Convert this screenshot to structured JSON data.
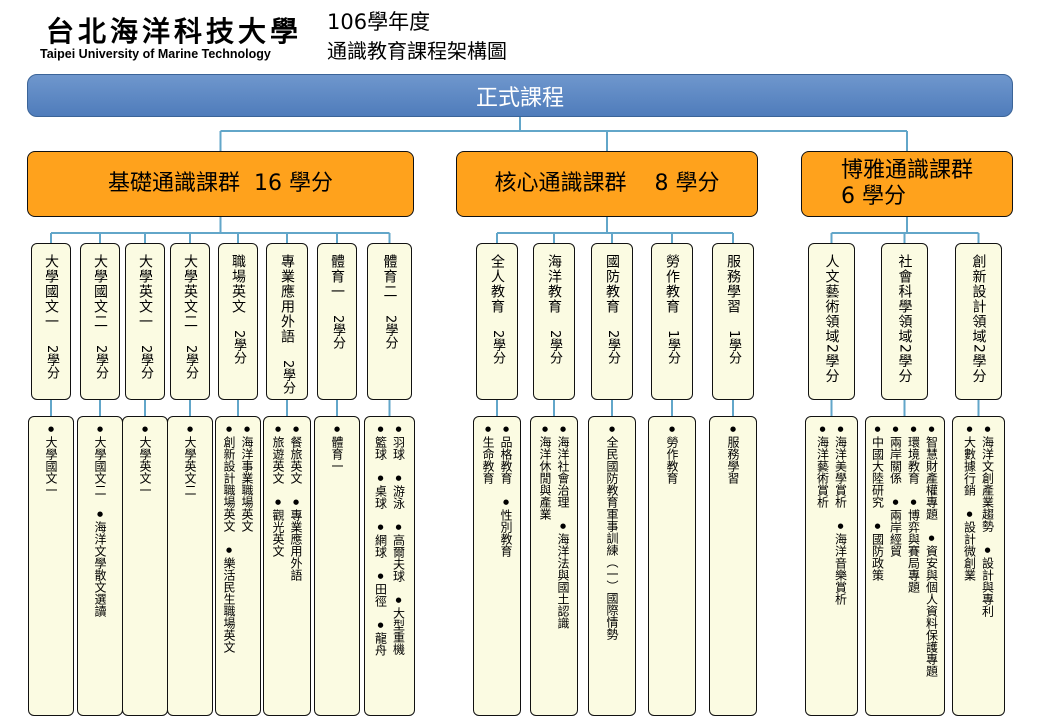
{
  "header": {
    "logo_cn": "台北海洋科技大學",
    "logo_en": "Taipei University of Marine Technology",
    "year": "106學年度",
    "title": "通識教育課程架構圖"
  },
  "root": "正式課程",
  "groups": [
    {
      "label": "基礎通識課群  16 學分",
      "courses": [
        {
          "name": "大學國文一",
          "credits": "2學分",
          "items": [
            [
              "大學國文一"
            ]
          ]
        },
        {
          "name": "大學國文二",
          "credits": "2學分",
          "items": [
            [
              "大學國文二",
              "海洋文學散文選讀"
            ]
          ]
        },
        {
          "name": "大學英文一",
          "credits": "2學分",
          "items": [
            [
              "大學英文一"
            ]
          ]
        },
        {
          "name": "大學英文二",
          "credits": "2學分",
          "items": [
            [
              "大學英文二"
            ]
          ]
        },
        {
          "name": "職場英文",
          "credits": "2學分",
          "items": [
            [
              "海洋事業職場英文"
            ],
            [
              "創新設計職場英文",
              "樂活民生職場英文"
            ]
          ]
        },
        {
          "name": "專業應用外語",
          "credits": "2學分",
          "items": [
            [
              "餐旅英文",
              "專業應用外語"
            ],
            [
              "旅遊英文",
              "觀光英文"
            ]
          ]
        },
        {
          "name": "體育一",
          "credits": "2學分",
          "items": [
            [
              "體育一"
            ]
          ]
        },
        {
          "name": "體育二",
          "credits": "2學分",
          "items": [
            [
              "羽球",
              "游泳",
              "高爾夫球",
              "大型重機"
            ],
            [
              "籃球",
              "桌球",
              "網球",
              "田徑",
              "龍舟"
            ]
          ]
        }
      ]
    },
    {
      "label": "核心通識課群    8 學分",
      "courses": [
        {
          "name": "全人教育",
          "credits": "2學分",
          "items": [
            [
              "品格教育",
              "性別教育"
            ],
            [
              "生命教育"
            ]
          ]
        },
        {
          "name": "海洋教育",
          "credits": "2學分",
          "items": [
            [
              "海洋社會治理",
              "海洋法與國土認識"
            ],
            [
              "海洋休閒與產業"
            ]
          ]
        },
        {
          "name": "國防教育",
          "credits": "2學分",
          "items": [
            [
              "全民國防教育軍事訓練（一）國際情勢"
            ]
          ]
        },
        {
          "name": "勞作教育",
          "credits": "1學分",
          "items": [
            [
              "勞作教育"
            ]
          ]
        },
        {
          "name": "服務學習",
          "credits": "1學分",
          "items": [
            [
              "服務學習"
            ]
          ]
        }
      ]
    },
    {
      "label": "博雅通識課群\n6 學分",
      "courses": [
        {
          "name": "人文藝術領域2學分",
          "credits": "",
          "items": [
            [
              "海洋美學賞析",
              "海洋音樂賞析"
            ],
            [
              "海洋藝術賞析"
            ]
          ]
        },
        {
          "name": "社會科學領域2學分",
          "credits": "",
          "items": [
            [
              "智慧財產權專題",
              "資安與個人資料保護專題"
            ],
            [
              "環境教育",
              "博弈與賽局專題"
            ],
            [
              "兩岸關係",
              "兩岸經貿"
            ],
            [
              "中國大陸研究",
              "國防政策"
            ]
          ]
        },
        {
          "name": "創新設計領域2學分",
          "credits": "",
          "items": [
            [
              "海洋文創產業趨勢",
              "設計與專利"
            ],
            [
              "大數據行銷",
              "設計微創業"
            ]
          ]
        }
      ]
    }
  ]
}
